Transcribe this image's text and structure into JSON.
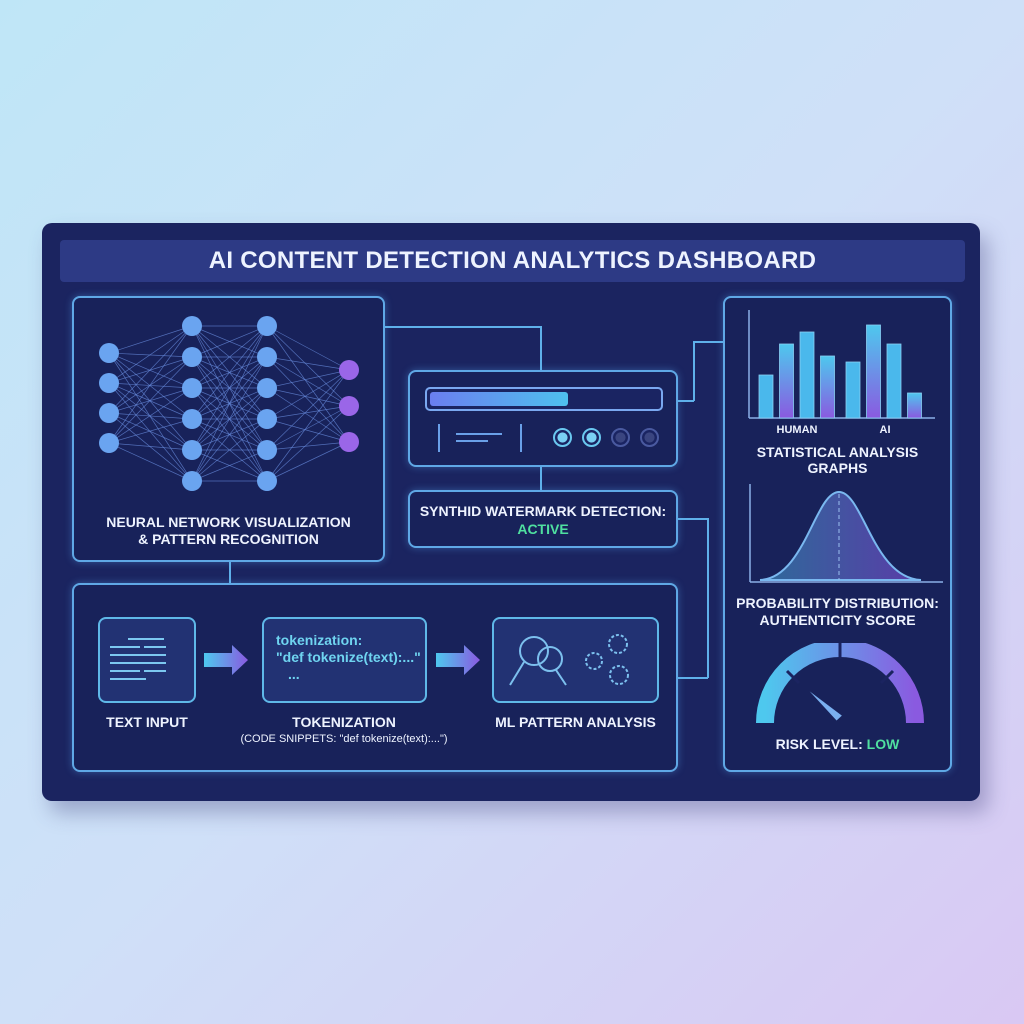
{
  "title": "AI CONTENT DETECTION ANALYTICS DASHBOARD",
  "neural": {
    "label_line1": "NEURAL NETWORK VISUALIZATION",
    "label_line2": "& PATTERN RECOGNITION",
    "layers": [
      4,
      6,
      6,
      3
    ]
  },
  "status_panel": {
    "progress": 0.6,
    "indicators": [
      "on",
      "on",
      "off",
      "off"
    ]
  },
  "synthid": {
    "label": "SYNTHID WATERMARK DETECTION:",
    "status": "ACTIVE"
  },
  "pipeline": {
    "text_input": "TEXT INPUT",
    "tokenization": {
      "code_line1": "tokenization:",
      "code_line2": "\"def tokenize(text):...\"",
      "code_line3": "...",
      "label": "TOKENIZATION",
      "caption": "(CODE SNIPPETS: \"def tokenize(text):...\")"
    },
    "ml": "ML PATTERN ANALYSIS"
  },
  "stats": {
    "label": "STATISTICAL ANALYSIS GRAPHS",
    "groups": [
      "HUMAN",
      "AI"
    ],
    "bar_values": [
      43,
      74,
      86,
      62,
      56,
      93,
      74,
      25
    ]
  },
  "distribution": {
    "label_line1": "PROBABILITY DISTRIBUTION:",
    "label_line2": "AUTHENTICITY SCORE"
  },
  "risk": {
    "label": "RISK LEVEL:",
    "value": "LOW",
    "gauge_level": 0.2
  },
  "colors": {
    "accent": "#5fb0ea",
    "purple": "#8a5ae0",
    "green": "#4fe0a0"
  }
}
